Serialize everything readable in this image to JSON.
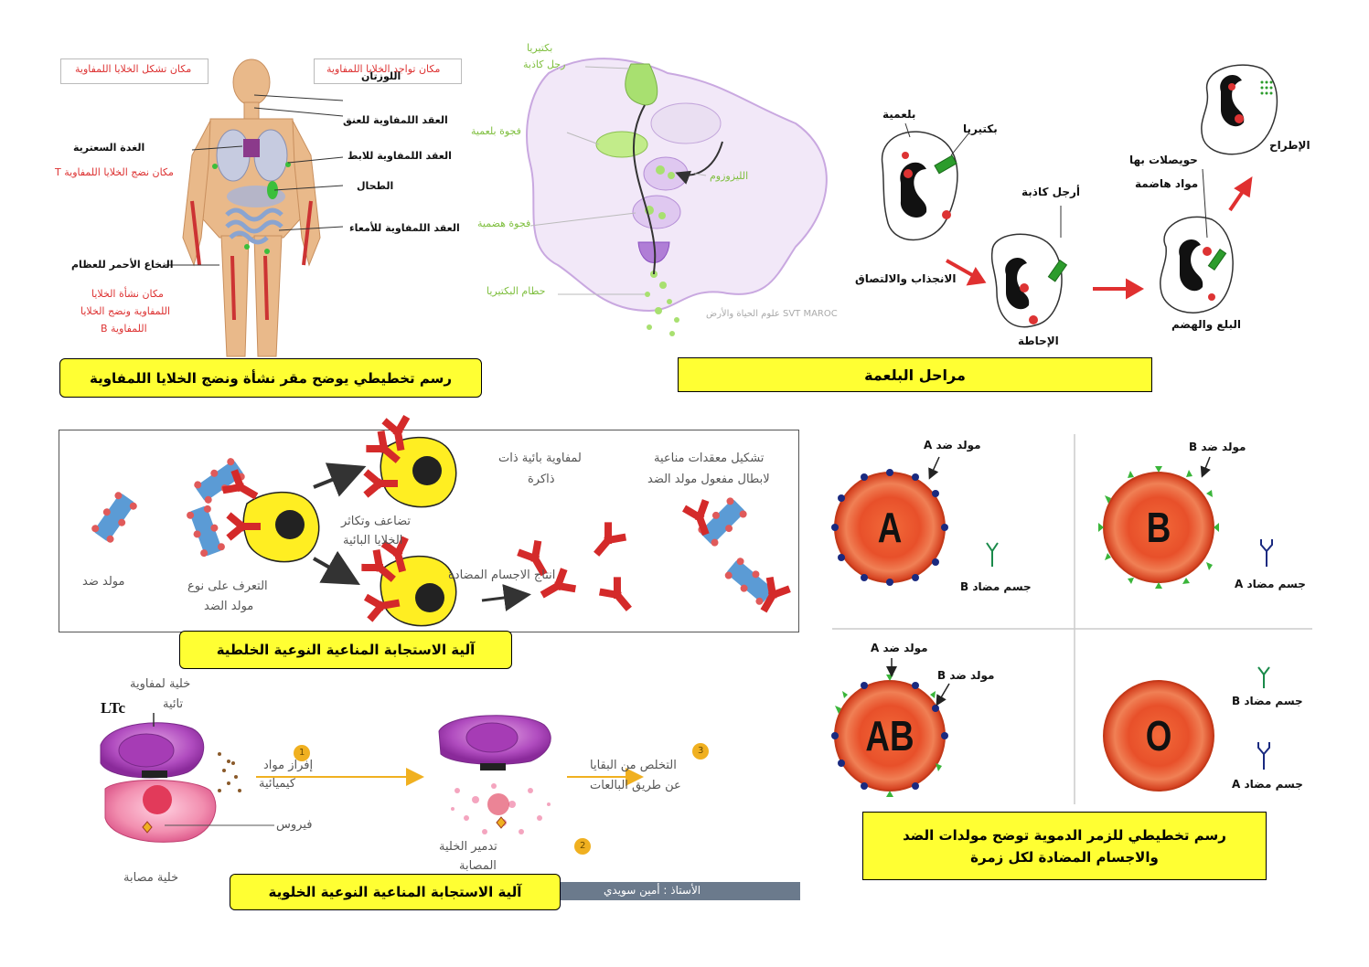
{
  "body_panel": {
    "header_left": "مكان تشكل الخلايا اللمفاوية",
    "header_right": "مكان تواجد الخلايا اللمفاوية",
    "labels": {
      "tonsils": "اللوزتان",
      "neck_nodes": "العقد اللمفاوية للعنق",
      "thymus": "الغدة السعترية",
      "maturation_t": "مكان نضج الخلايا اللمفاوية T",
      "armpit_nodes": "العقد اللمفاوية للابط",
      "spleen": "الطحال",
      "intestine_nodes": "العقد اللمفاوية للأمعاء",
      "bone_marrow": "النخاع الأحمر للعظام",
      "origin_b_1": "مكان نشأة الخلايا",
      "origin_b_2": "اللمفاوية ونضج الخلايا",
      "origin_b_3": "اللمفاوية B"
    },
    "caption": "رسم تخطيطي يوضح مقر نشأة ونضج الخلايا اللمفاوية"
  },
  "phagocyte_panel": {
    "labels": {
      "bacteria": "بكتيريا",
      "pseudopod": "رجل كاذبة",
      "phago_vacuole": "فجوة بلعمية",
      "lysosome": "الليزوزوم",
      "digestive_vacuole": "فجوة هضمية",
      "debris": "حطام البكتيريا"
    },
    "watermark": "SVT MAROC علوم الحياة والأرض"
  },
  "phagocytosis_steps": {
    "labels": {
      "phagocyte": "بلعمية",
      "bacteria": "بكتيريا",
      "pseudopod": "أرجل كاذبة",
      "vesicles_1": "حويصلات بها",
      "vesicles_2": "مواد هاضمة",
      "excretion": "الإطراح",
      "attraction": "الانجذاب والالتصاق",
      "engulf": "الإحاطة",
      "digestion": "البلع والهضم"
    },
    "caption": "مراحل البلعمة"
  },
  "humoral_panel": {
    "labels": {
      "antigen": "مولد ضد",
      "recognition_1": "التعرف على نوع",
      "recognition_2": "مولد الضد",
      "proliferation_1": "تضاعف وتكاثر",
      "proliferation_2": "الخلايا البائية",
      "memory_1": "لمفاوية بائية ذات",
      "memory_2": "ذاكرة",
      "antibody_prod": "انتاج الاجسام المضادة",
      "complex_1": "تشكيل معقدات مناعية",
      "complex_2": "لابطال مفعول مولد الضد"
    },
    "caption": "آلية الاستجابة المناعية النوعية الخلطية"
  },
  "blood_groups": {
    "groups": [
      {
        "letter": "A",
        "antigen": "مولد ضد A",
        "antibody": "جسم مضاد B"
      },
      {
        "letter": "B",
        "antigen": "مولد ضد B",
        "antibody": "جسم مضاد A"
      },
      {
        "letter": "AB",
        "antigen_a": "مولد ضد A",
        "antigen_b": "مولد ضد B"
      },
      {
        "letter": "O",
        "antibody_b": "جسم مضاد B",
        "antibody_a": "جسم مضاد A"
      }
    ],
    "caption_1": "رسم تخطيطي للزمر الدموية توضح مولدات الضد",
    "caption_2": "والاجسام المضادة لكل زمرة"
  },
  "cellular_panel": {
    "ltc": "LTc",
    "labels": {
      "t_cell_1": "خلية لمفاوية",
      "t_cell_2": "تائية",
      "secrete_1": "إفراز مواد",
      "secrete_2": "كيميائية",
      "virus": "فيروس",
      "infected": "خلية مصابة",
      "destroy_1": "تدمير الخلية",
      "destroy_2": "المصابة",
      "remove_1": "التخلص من البقايا",
      "remove_2": "عن طريق البالعات",
      "step1": "1",
      "step2": "2",
      "step3": "3",
      "teacher": "الأستاذ : أمين سويدي"
    },
    "caption": "آلية الاستجابة المناعية النوعية الخلوية"
  },
  "colors": {
    "caption_bg": "#ffff33",
    "rbc": "#e8502a",
    "lymph_yellow": "#ffee22",
    "antibody_red": "#d42a2a",
    "antigen_blue": "#5b9bd5"
  }
}
